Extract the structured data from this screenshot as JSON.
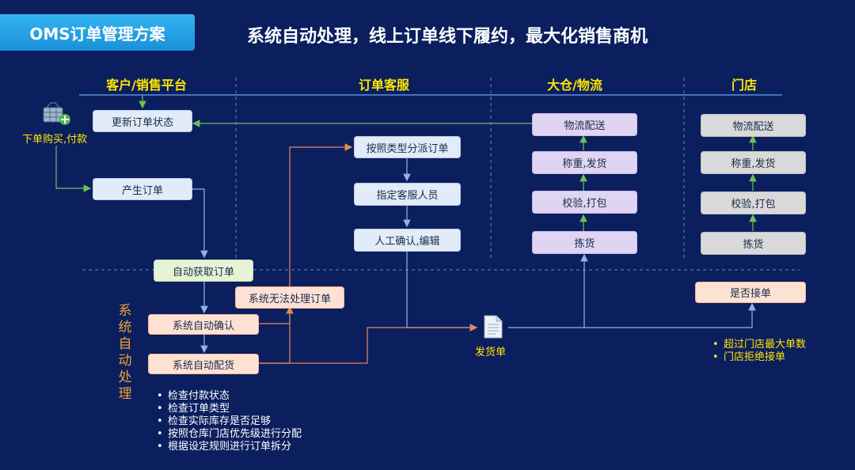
{
  "header": {
    "badge": "OMS订单管理方案",
    "headline": "系统自动处理，线上订单线下履约，最大化销售商机"
  },
  "columns": {
    "customer": "客户/销售平台",
    "service": "订单客服",
    "warehouse": "大仓/物流",
    "store": "门店"
  },
  "customer_lane": {
    "buyer_label": "下单购买,付款",
    "update_status": "更新订单状态",
    "create_order": "产生订单"
  },
  "service_lane": {
    "dispatch": "按照类型分派订单",
    "assign": "指定客服人员",
    "manual": "人工确认,编辑"
  },
  "warehouse_lane": {
    "delivery": "物流配送",
    "weigh": "称重,发货",
    "pack": "校验,打包",
    "pick": "拣货"
  },
  "store_lane": {
    "delivery": "物流配送",
    "weigh": "称重,发货",
    "pack": "校验,打包",
    "pick": "拣货",
    "accept": "是否接单",
    "notes": [
      "超过门店最大单数",
      "门店拒绝接单"
    ]
  },
  "auto": {
    "label": "系统自动处理",
    "fetch": "自动获取订单",
    "cannot": "系统无法处理订单",
    "confirm": "系统自动确认",
    "allocate": "系统自动配货",
    "checks": [
      "检查付款状态",
      "检查订单类型",
      "检查实际库存是否足够",
      "按照仓库门店优先级进行分配",
      "根据设定规则进行订单拆分"
    ]
  },
  "shipping_doc": "发货单",
  "colors": {
    "background": "#0b1f5e",
    "column_heading": "#ffe600",
    "vertical_label": "#f0a030",
    "badge": "#1a90d8"
  }
}
